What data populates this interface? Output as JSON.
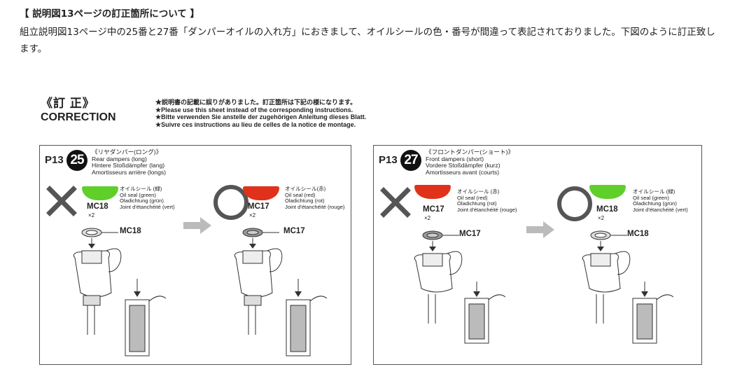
{
  "notice": {
    "heading": "【 説明図13ページの訂正箇所について 】",
    "body": "組立説明図13ページ中の25番と27番「ダンパーオイルの入れ方」におきまして、オイルシールの色・番号が間違って表記されておりました。下図のように訂正致します。"
  },
  "correction": {
    "title_jp": "《訂 正》",
    "title_en": "CORRECTION",
    "instructions": [
      "★説明書の記載に誤りがありました。訂正箇所は下記の様になります。",
      "★Please use this sheet instead of the corresponding instructions.",
      "★Bitte verwenden Sie anstelle der zugehörigen Anleitung dieses Blatt.",
      "★Suivre ces instructions au lieu de celles de la notice de montage."
    ]
  },
  "panels": [
    {
      "page": "P13",
      "step": "25",
      "desc": [
        "《リヤダンパー(ロング)》",
        "Rear dampers (long)",
        "Hintere Stoßdämpfer (lang)",
        "Amortisseurs arrière (longs)"
      ],
      "wrong": {
        "mark": "cross-icon",
        "color": "#5fcf2a",
        "part": "MC18",
        "qty": "×2",
        "seal_desc": [
          "オイルシール (緑)",
          "Oil seal (green)",
          "Öladichtung (grün)",
          "Joint d'étanchéité (vert)"
        ],
        "callout": "MC18"
      },
      "right": {
        "mark": "circle-icon",
        "color": "#e0311b",
        "part": "MC17",
        "qty": "×2",
        "seal_desc": [
          "オイルシール(赤)",
          "Oil seal (red)",
          "Öladichtung (rot)",
          "Joint d'étanchéité (rouge)"
        ],
        "callout": "MC17"
      }
    },
    {
      "page": "P13",
      "step": "27",
      "desc": [
        "《フロントダンパー(ショート)》",
        "Front dampers (short)",
        "Vordere Stoßdämpfer (kurz)",
        "Amortisseurs avant (courts)"
      ],
      "wrong": {
        "mark": "cross-icon",
        "color": "#e0311b",
        "part": "MC17",
        "qty": "×2",
        "seal_desc": [
          "オイルシール (赤)",
          "Oil seal (red)",
          "Öladichtung (rot)",
          "Joint d'étanchéité (rouge)"
        ],
        "callout": "MC17"
      },
      "right": {
        "mark": "circle-icon",
        "color": "#5fcf2a",
        "part": "MC18",
        "qty": "×2",
        "seal_desc": [
          "オイルシール (緑)",
          "Oil seal (green)",
          "Öladichtung (grün)",
          "Joint d'étanchéité (vert)"
        ],
        "callout": "MC18"
      }
    }
  ]
}
